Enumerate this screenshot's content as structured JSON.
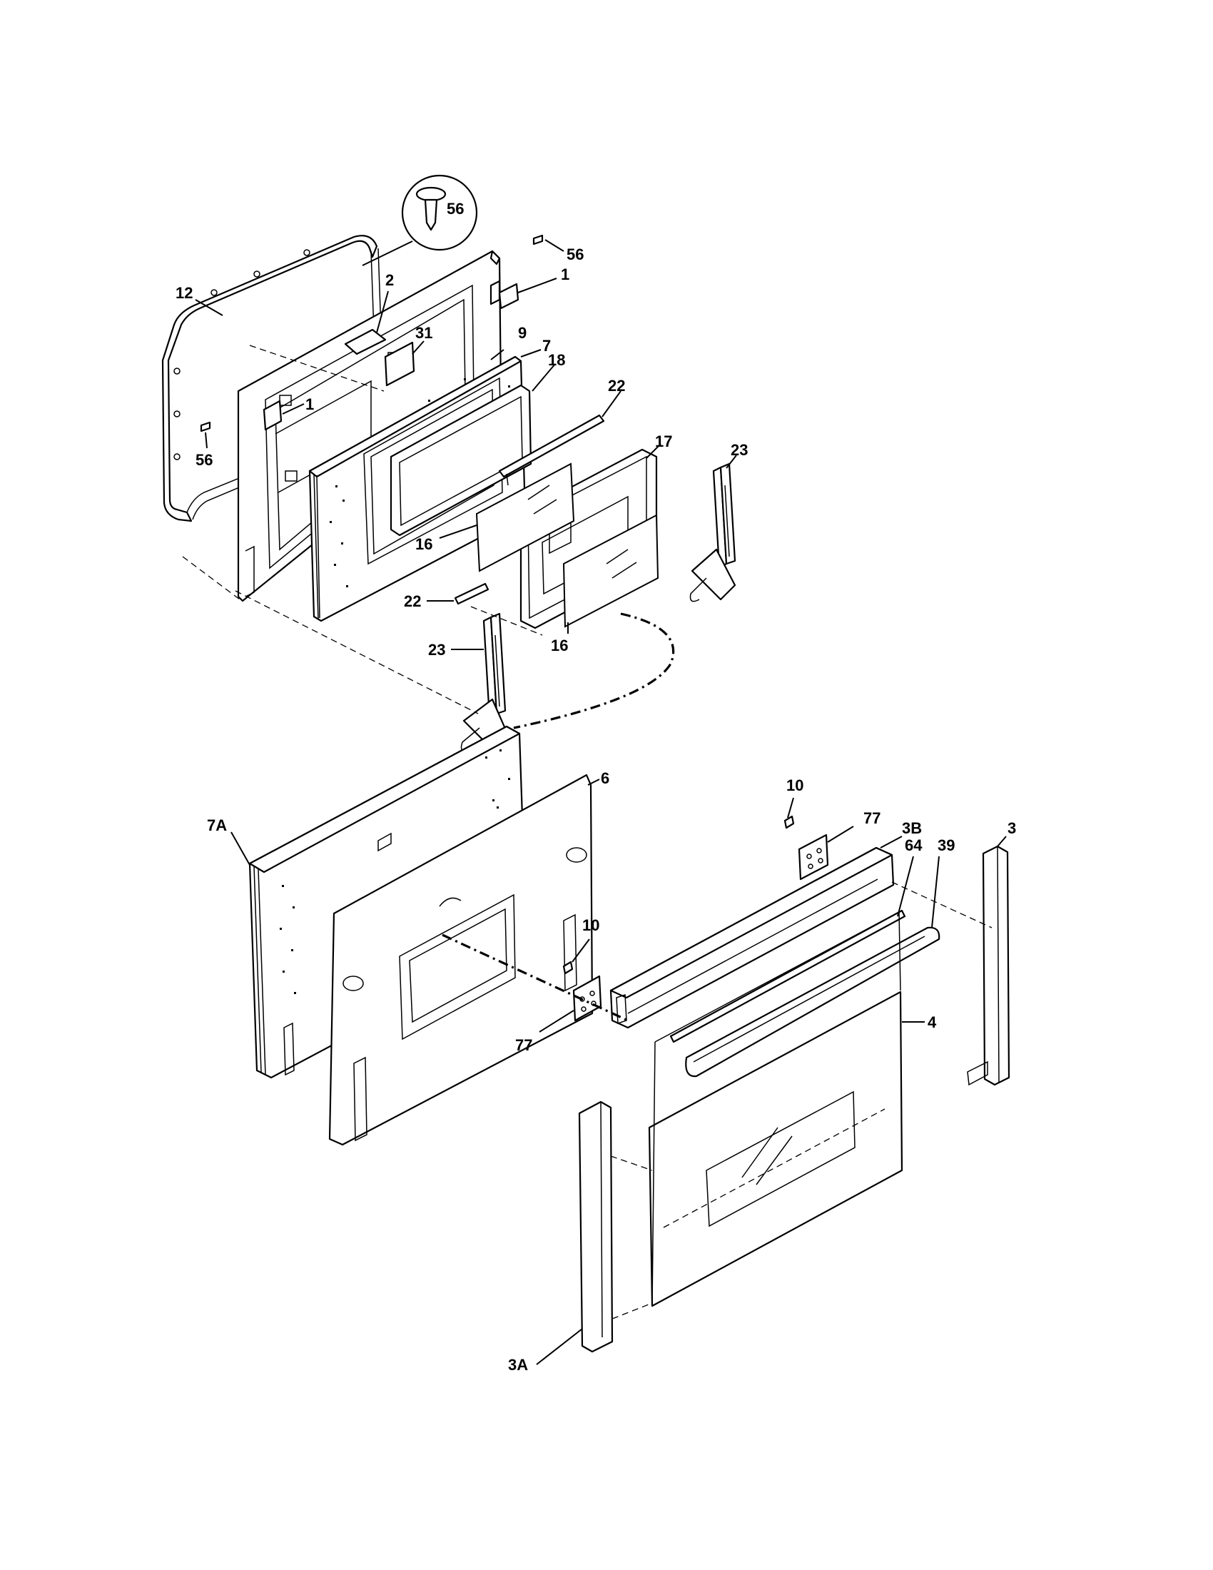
{
  "callouts": [
    {
      "id": "c-56-inset",
      "label": "56"
    },
    {
      "id": "c-56-top",
      "label": "56"
    },
    {
      "id": "c-1-top",
      "label": "1"
    },
    {
      "id": "c-12",
      "label": "12"
    },
    {
      "id": "c-2",
      "label": "2"
    },
    {
      "id": "c-31",
      "label": "31"
    },
    {
      "id": "c-9",
      "label": "9"
    },
    {
      "id": "c-7",
      "label": "7"
    },
    {
      "id": "c-18",
      "label": "18"
    },
    {
      "id": "c-1-mid",
      "label": "1"
    },
    {
      "id": "c-22-top",
      "label": "22"
    },
    {
      "id": "c-56-left",
      "label": "56"
    },
    {
      "id": "c-17",
      "label": "17"
    },
    {
      "id": "c-23-right",
      "label": "23"
    },
    {
      "id": "c-16-left",
      "label": "16"
    },
    {
      "id": "c-22-bottom",
      "label": "22"
    },
    {
      "id": "c-16-bottom",
      "label": "16"
    },
    {
      "id": "c-23-left",
      "label": "23"
    },
    {
      "id": "c-10-top",
      "label": "10"
    },
    {
      "id": "c-77-top",
      "label": "77"
    },
    {
      "id": "c-6",
      "label": "6"
    },
    {
      "id": "c-7A",
      "label": "7A"
    },
    {
      "id": "c-3B",
      "label": "3B"
    },
    {
      "id": "c-3",
      "label": "3"
    },
    {
      "id": "c-64",
      "label": "64"
    },
    {
      "id": "c-39",
      "label": "39"
    },
    {
      "id": "c-10-mid",
      "label": "10"
    },
    {
      "id": "c-4",
      "label": "4"
    },
    {
      "id": "c-77-bottom",
      "label": "77"
    },
    {
      "id": "c-3A",
      "label": "3A"
    }
  ]
}
